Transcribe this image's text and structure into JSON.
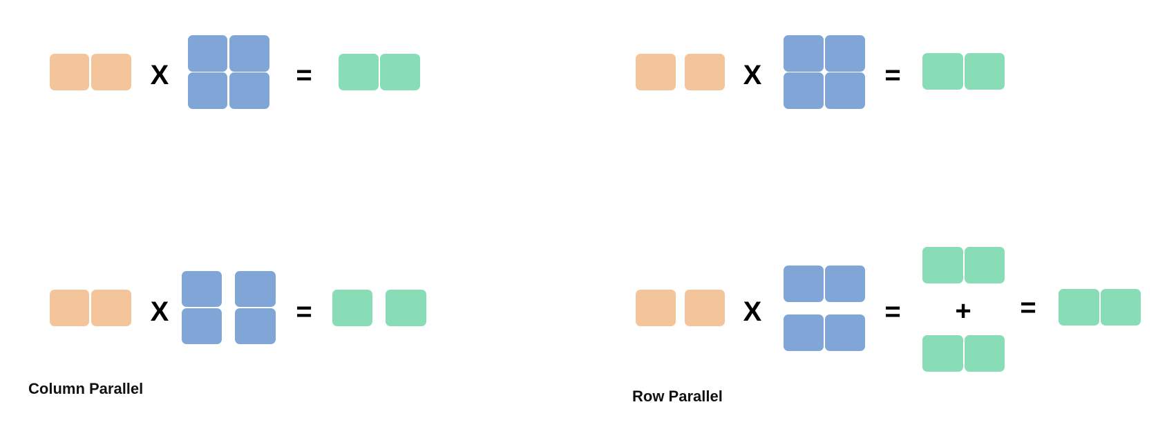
{
  "colors": {
    "input": "#F4C49A",
    "weight": "#7FA6D7",
    "output": "#88DDB7"
  },
  "operators": {
    "times": "X",
    "equals": "=",
    "plus": "+"
  },
  "captions": {
    "column_parallel": "Column Parallel",
    "row_parallel": "Row Parallel"
  }
}
